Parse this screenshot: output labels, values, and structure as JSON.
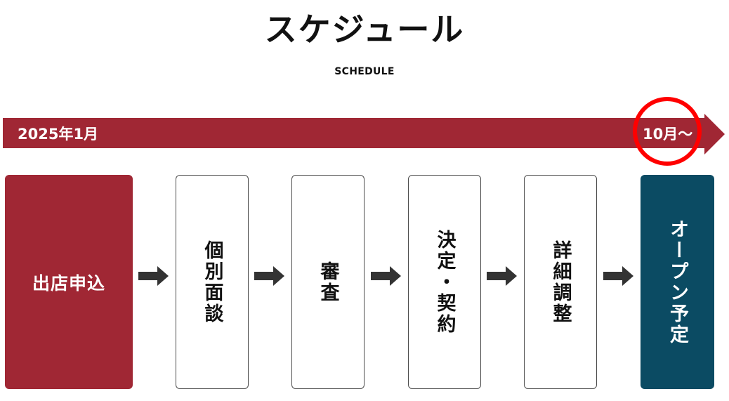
{
  "header": {
    "title": "スケジュール",
    "subtitle": "SCHEDULE"
  },
  "timeline": {
    "start_label": "2025年1月",
    "end_label": "10月〜",
    "color": "#a02734",
    "highlight_color": "#ff0000"
  },
  "steps": [
    {
      "label": "出店申込",
      "color": "#a02734"
    },
    {
      "label": "個別面談"
    },
    {
      "label": "審査"
    },
    {
      "label": "決定・契約"
    },
    {
      "label": "詳細調整"
    },
    {
      "label": "オープン予定",
      "color": "#0b4b63"
    }
  ],
  "arrow_color": "#333333"
}
